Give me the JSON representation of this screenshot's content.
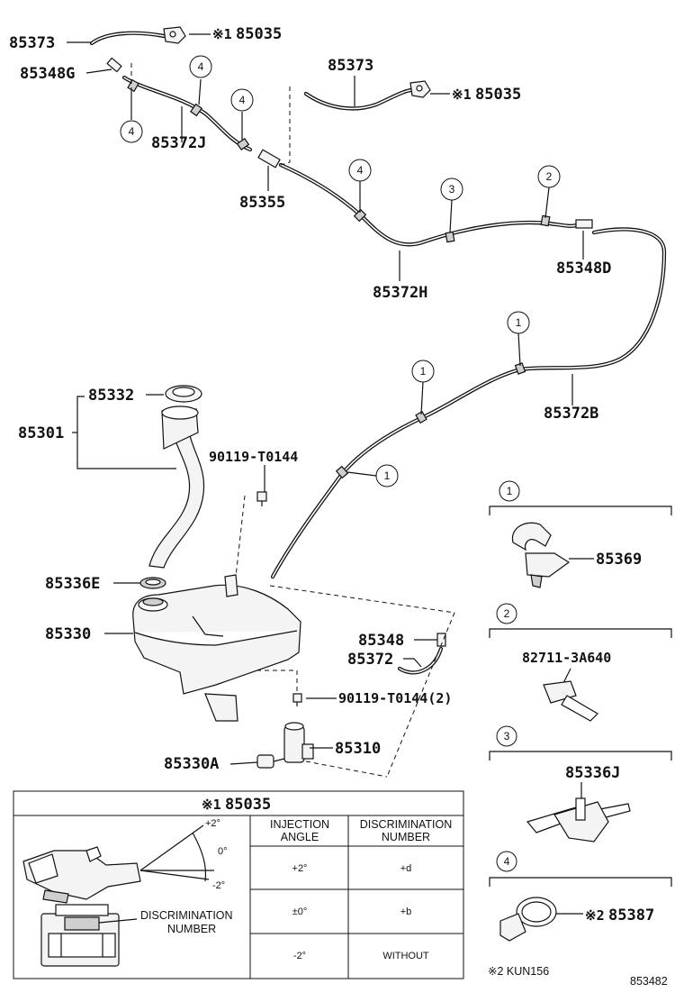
{
  "parts": {
    "hose_top_left": "85373",
    "clip_top_left": "85035",
    "clip_top_left_mark": "※1",
    "joint_g": "85348G",
    "hose_j": "85372J",
    "hose_top_mid": "85373",
    "clip_top_mid": "85035",
    "clip_top_mid_mark": "※1",
    "joint_355": "85355",
    "hose_h": "85372H",
    "joint_d": "85348D",
    "hose_b": "85372B",
    "cap": "85332",
    "inlet": "85301",
    "bolt_top": "90119-T0144",
    "grommet": "85336E",
    "tank": "85330",
    "joint_348": "85348",
    "hose_372": "85372",
    "bolt_bottom": "90119-T0144(2)",
    "pump": "85310",
    "filter": "85330A"
  },
  "callouts": [
    "4",
    "4",
    "4",
    "4",
    "3",
    "2",
    "1",
    "1",
    "1"
  ],
  "legend": {
    "items": [
      {
        "num": "1",
        "part": "85369"
      },
      {
        "num": "2",
        "part": "82711-3A640"
      },
      {
        "num": "3",
        "part": "85336J"
      },
      {
        "num": "4",
        "part": "85387",
        "mark": "※2"
      }
    ],
    "footnote": "※2 KUN156"
  },
  "detail_table": {
    "title_mark": "※1",
    "title_part": "85035",
    "angle_labels": [
      "+2°",
      "0°",
      "-2°"
    ],
    "side_label_line1": "DISCRIMINATION",
    "side_label_line2": "NUMBER",
    "header_angle_line1": "INJECTION",
    "header_angle_line2": "ANGLE",
    "header_num_line1": "DISCRIMINATION",
    "header_num_line2": "NUMBER",
    "rows": [
      {
        "angle": "+2°",
        "number": "+d"
      },
      {
        "angle": "±0°",
        "number": "+b"
      },
      {
        "angle": "-2°",
        "number": "WITHOUT"
      }
    ]
  },
  "diagram_id": "853482"
}
